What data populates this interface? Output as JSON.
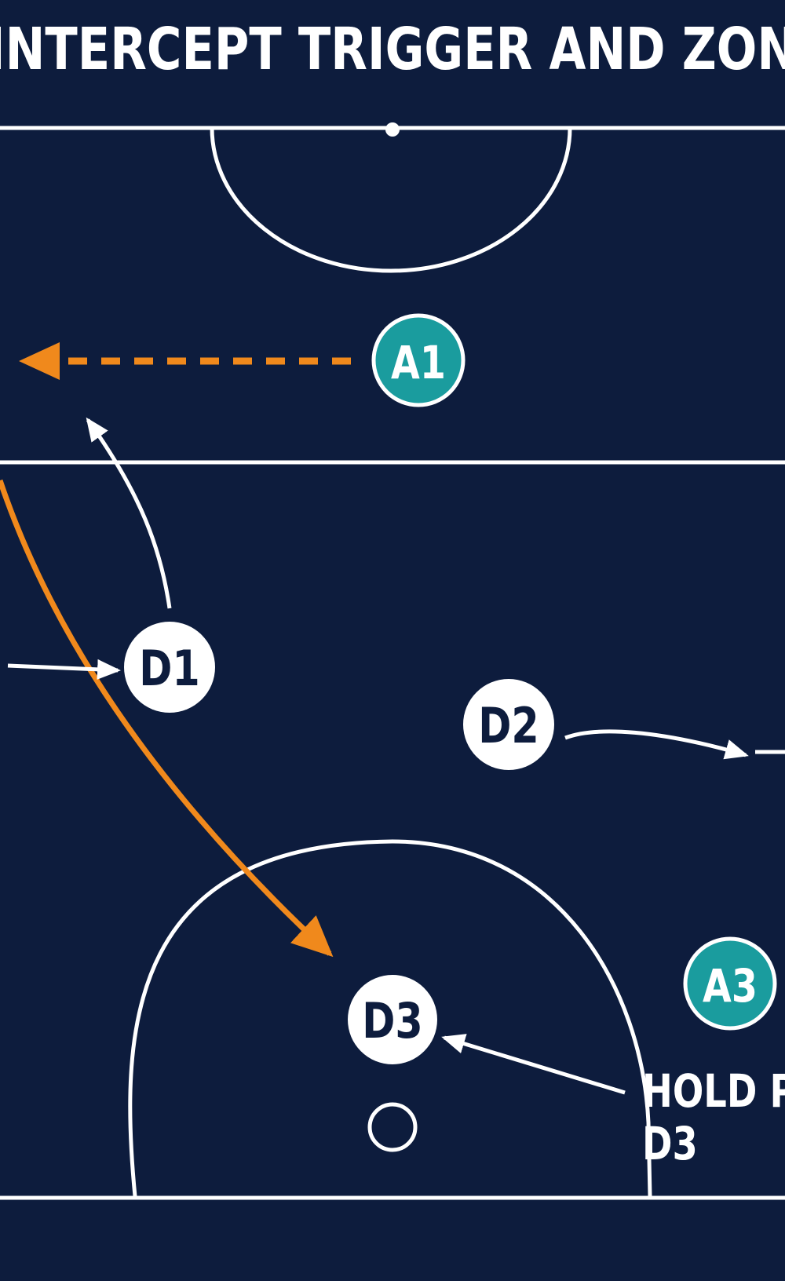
{
  "diagram": {
    "title": "INTERCEPT TRIGGER AND ZONE",
    "note": {
      "line1": "HOLD PO",
      "line2": "D3"
    },
    "players": {
      "a1": "A1",
      "a3": "A3",
      "d1": "D1",
      "d2": "D2",
      "d3": "D3"
    }
  },
  "colors": {
    "background": "#0d1c3d",
    "court_lines": "#ffffff",
    "attacker": "#1a9c9e",
    "defender": "#ffffff",
    "pass_arrow": "#f0891c",
    "defender_text": "#0d1c3d"
  }
}
